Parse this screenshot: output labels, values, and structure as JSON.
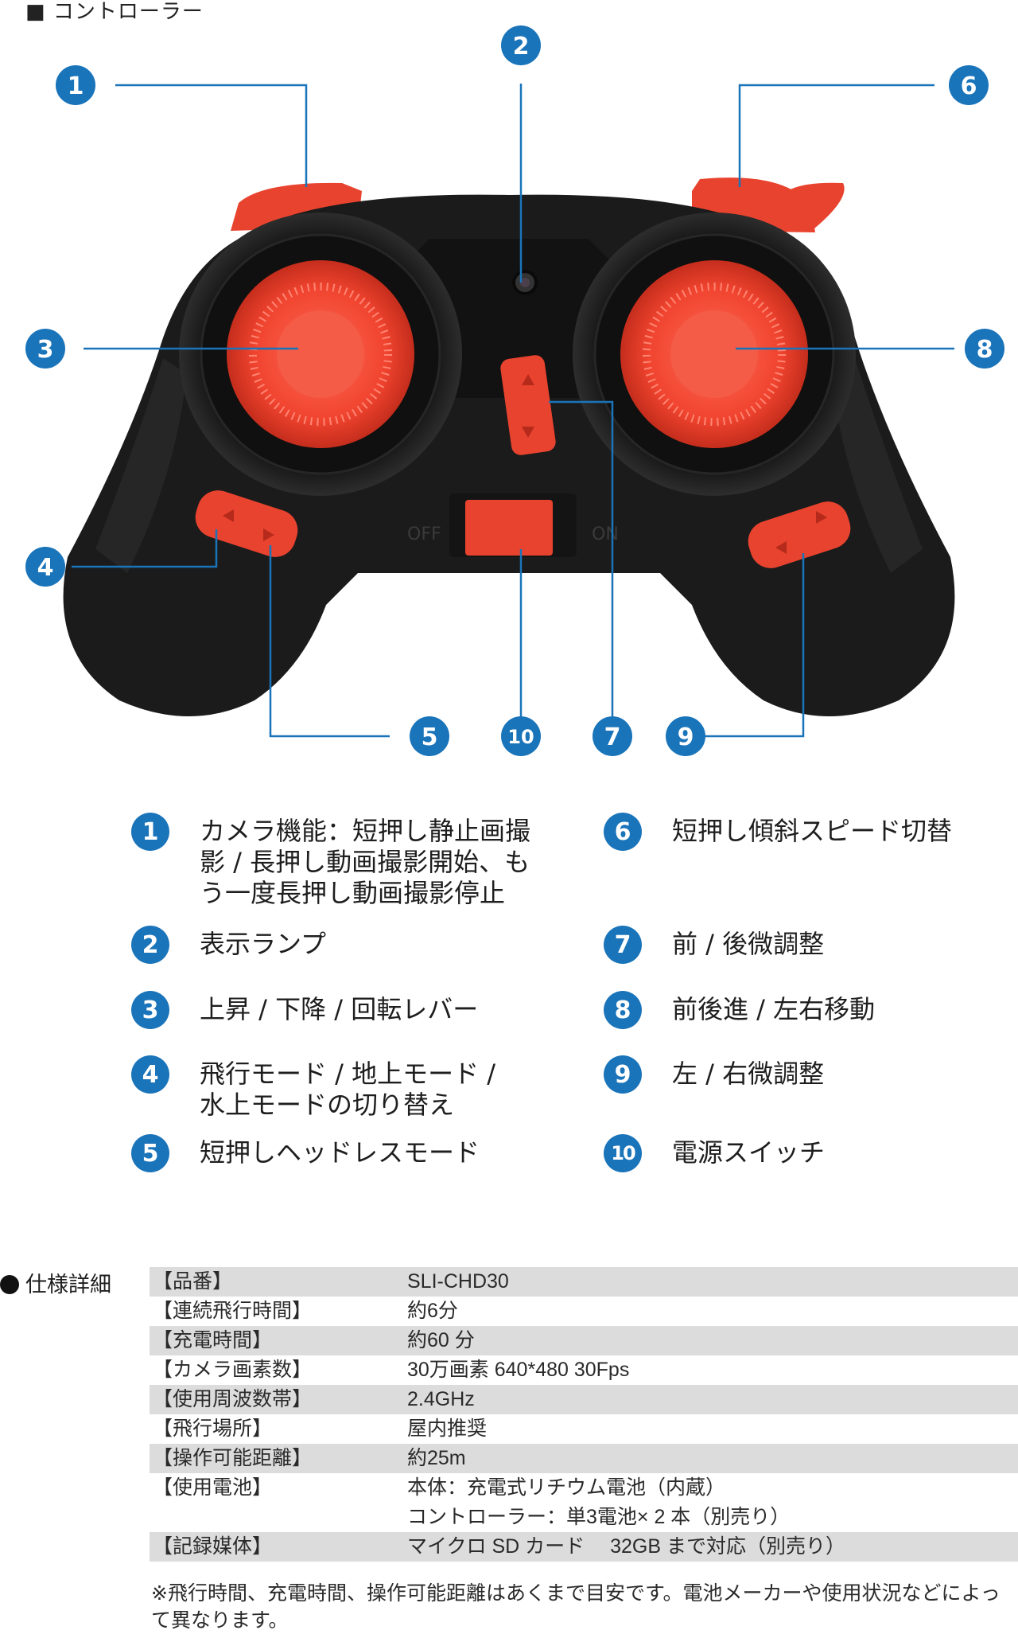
{
  "section_title": "■ コントローラー",
  "callout_numbers": [
    "1",
    "2",
    "3",
    "4",
    "5",
    "6",
    "7",
    "8",
    "9",
    "10"
  ],
  "controller_labels": {
    "off": "OFF",
    "on": "ON"
  },
  "colors": {
    "accent": "#1a74ba",
    "controller_body": "#1b1b1b",
    "button_red": "#e8432e"
  },
  "legend": [
    {
      "num": "1",
      "text": "カメラ機能：短押し静止画撮\n影 / 長押し動画撮影開始、も\nう一度長押し動画撮影停止"
    },
    {
      "num": "2",
      "text": "表示ランプ"
    },
    {
      "num": "3",
      "text": "上昇 / 下降 / 回転レバー"
    },
    {
      "num": "4",
      "text": "飛行モード / 地上モード /\n水上モードの切り替え"
    },
    {
      "num": "5",
      "text": "短押しヘッドレスモード"
    },
    {
      "num": "6",
      "text": "短押し傾斜スピード切替"
    },
    {
      "num": "7",
      "text": "前 / 後微調整"
    },
    {
      "num": "8",
      "text": "前後進 / 左右移動"
    },
    {
      "num": "9",
      "text": "左 / 右微調整"
    },
    {
      "num": "10",
      "text": "電源スイッチ"
    }
  ],
  "spec": {
    "title": "仕様詳細",
    "rows": [
      {
        "key": "【品番】",
        "value": "SLI-CHD30"
      },
      {
        "key": "【連続飛行時間】",
        "value": "約6分"
      },
      {
        "key": "【充電時間】",
        "value": "約60 分"
      },
      {
        "key": "【カメラ画素数】",
        "value": "30万画素 640*480 30Fps"
      },
      {
        "key": "【使用周波数帯】",
        "value": "2.4GHz"
      },
      {
        "key": "【飛行場所】",
        "value": "屋内推奨"
      },
      {
        "key": "【操作可能距離】",
        "value": "約25m"
      },
      {
        "key": "【使用電池】",
        "value": "本体：充電式リチウム電池（内蔵）",
        "value2": "コントローラー：単3電池×  2 本（別売り）"
      },
      {
        "key": "【記録媒体】",
        "value": "マイクロ SD カード　 32GB まで対応（別売り）"
      }
    ]
  },
  "note": "※飛行時間、充電時間、操作可能距離はあくまで目安です。電池メーカーや使用状況などによって異なります。"
}
